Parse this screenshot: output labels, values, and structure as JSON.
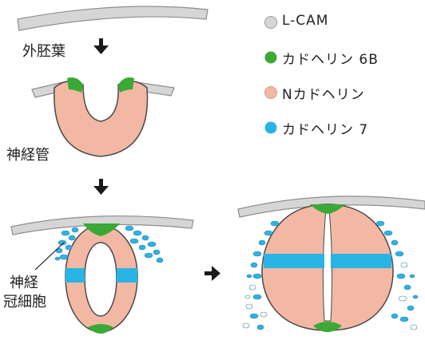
{
  "legend": [
    {
      "label": "L-CAM",
      "color": "#d6d6d6",
      "stroke": "#9a9a9a"
    },
    {
      "label": "カドヘリン 6B",
      "color": "#3aa935",
      "stroke": "#3aa935"
    },
    {
      "label": "Nカドヘリン",
      "color": "#f2b8a4",
      "stroke": "#d79a86"
    },
    {
      "label": "カドヘリン 7",
      "color": "#29b4e6",
      "stroke": "#29b4e6"
    }
  ],
  "labels": {
    "ectoderm": "外胚葉",
    "neural_tube": "神経管",
    "neural_crest_line1": "神経",
    "neural_crest_line2": "冠細胞"
  },
  "colors": {
    "l_cam": "#d6d6d6",
    "l_cam_stroke": "#8e8e8e",
    "cadherin_6b": "#3aa935",
    "n_cadherin": "#f2b8a4",
    "n_cadherin_stroke": "#4a4a4a",
    "cadherin_7": "#29b4e6",
    "cell_outline": "#3a7fa0"
  }
}
